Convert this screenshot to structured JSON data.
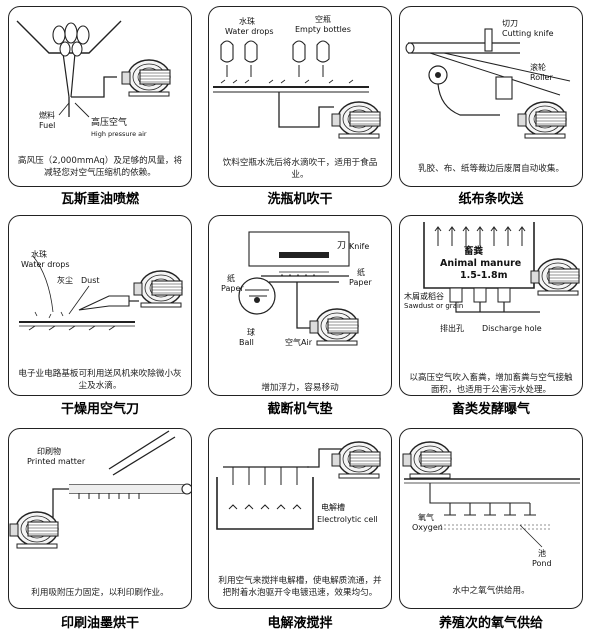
{
  "panels": [
    {
      "title": "瓦斯重油喷燃",
      "desc": "高风压（2,000mmAq）及足够的风量，将减轻您对空气压缩机的依赖。",
      "labels": {
        "fuel_cn": "燃料",
        "fuel_en": "Fuel",
        "air_cn": "高压空气",
        "air_en": "High pressure air"
      }
    },
    {
      "title": "洗瓶机吹干",
      "desc": "饮料空瓶水洗后将水滴吹干，适用于食品业。",
      "labels": {
        "drops_cn": "水珠",
        "drops_en": "Water drops",
        "bottles_cn": "空瓶",
        "bottles_en": "Empty bottles"
      }
    },
    {
      "title": "纸布条吹送",
      "desc": "乳胶、布、纸等裁边后废屑自动收集。",
      "labels": {
        "knife_cn": "切刀",
        "knife_en": "Cutting knife",
        "roller_cn": "滚轮",
        "roller_en": "Roller"
      }
    },
    {
      "title": "干燥用空气刀",
      "desc": "电子业电路基板可利用送风机来吹除微小灰尘及水滴。",
      "labels": {
        "drops_cn": "水珠",
        "drops_en": "Water drops",
        "dust_cn": "灰尘",
        "dust_en": "Dust"
      }
    },
    {
      "title": "截断机气垫",
      "desc": "增加浮力，容易移动",
      "labels": {
        "knife_cn": "刀",
        "knife_en": "Knife",
        "paper_cn": "纸",
        "paper_en": "Paper",
        "paper2_cn": "纸",
        "paper2_en": "Paper",
        "ball_cn": "球",
        "ball_en": "Ball",
        "air_cn": "空气",
        "air_en": "Air"
      }
    },
    {
      "title": "畜类发酵曝气",
      "desc": "以高压空气吹入畜粪，增加畜粪与空气接触面积，也适用于公害污水处理。",
      "labels": {
        "manure_cn": "畜粪",
        "manure_en": "Animal manure",
        "depth": "1.5-1.8m",
        "saw_cn": "木屑或稻谷",
        "saw_en": "Sawdust or grain",
        "hole_cn": "排出孔",
        "hole_en": "Discharge hole"
      }
    },
    {
      "title": "印刷油墨烘干",
      "desc": "利用吸附压力固定，以利印刷作业。",
      "labels": {
        "printed_cn": "印刷物",
        "printed_en": "Printed matter"
      }
    },
    {
      "title": "电解液搅拌",
      "desc": "利用空气来搅拌电解槽，使电解质流通，并把附着水泡驱开令电镀迅速，效果均匀。",
      "labels": {
        "cell_cn": "电解槽",
        "cell_en": "Electrolytic cell"
      }
    },
    {
      "title": "养殖次的氧气供给",
      "desc": "水中之氧气供给用。",
      "labels": {
        "oxygen_cn": "氧气",
        "oxygen_en": "Oxygen",
        "pond_cn": "池",
        "pond_en": "Pond"
      }
    }
  ]
}
